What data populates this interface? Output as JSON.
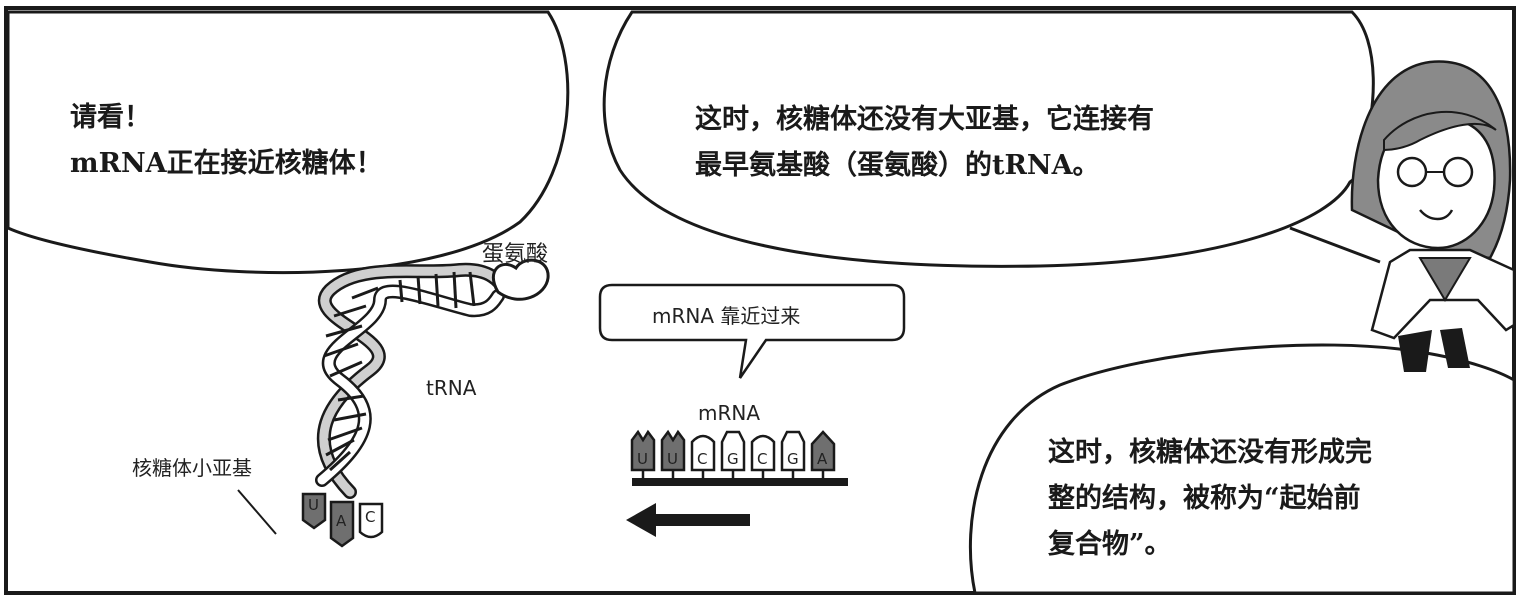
{
  "bubbles": {
    "left": {
      "line1": "请看！",
      "line2": "mRNA正在接近核糖体！"
    },
    "top_right": {
      "line1": "这时，核糖体还没有大亚基，它连接有",
      "line2": "最早氨基酸（蛋氨酸）的tRNA。"
    },
    "bottom_right": {
      "line1": "这时，核糖体还没有形成完",
      "line2": "整的结构，被称为“起始前",
      "line3": "复合物”。"
    }
  },
  "diagram": {
    "amino_acid_label": "蛋氨酸",
    "trna_label": "tRNA",
    "small_subunit_label": "核糖体小亚基",
    "trna_anticodon": [
      "U",
      "A",
      "C"
    ],
    "callout_text": "mRNA 靠近过来",
    "mrna_label": "mRNA",
    "mrna_bases": [
      "U",
      "U",
      "C",
      "G",
      "C",
      "G",
      "A"
    ],
    "arrow_direction": "left"
  },
  "colors": {
    "ink": "#1a1a1a",
    "dark_base": "#6f6f6f",
    "light_base": "#ffffff"
  }
}
